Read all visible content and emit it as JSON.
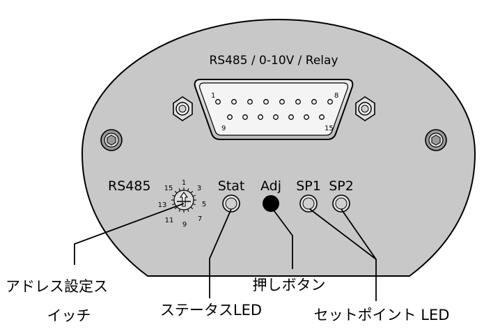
{
  "panel": {
    "connector_label": "RS485 / 0-10V / Relay",
    "pin_labels": [
      "1",
      "8",
      "9",
      "15"
    ],
    "switch_label": "RS485",
    "switch_numbers": [
      "1",
      "3",
      "5",
      "7",
      "9",
      "11",
      "13",
      "15"
    ],
    "led_labels": {
      "stat": "Stat",
      "adj": "Adj",
      "sp1": "SP1",
      "sp2": "SP2"
    }
  },
  "callouts": {
    "address_switch_line1": "アドレス設定ス",
    "address_switch_line2": "イッチ",
    "push_button": "押しボタン",
    "status_led": "ステータスLED",
    "setpoint_led": "セットポイント LED"
  },
  "colors": {
    "housing_fill": "#c8c8c8",
    "outline": "#000000",
    "button_fill": "#000000",
    "led_fill": "#d4d4d4"
  }
}
